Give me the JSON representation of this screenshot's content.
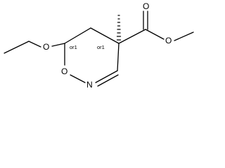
{
  "structure": {
    "atoms": {
      "ring_oxygen": "O",
      "ring_nitrogen": "N",
      "ethoxy_oxygen": "O",
      "carbonyl_oxygen": "O",
      "ester_oxygen": "O"
    },
    "stereo_labels": {
      "c6": "or1",
      "c4": "or1"
    }
  }
}
